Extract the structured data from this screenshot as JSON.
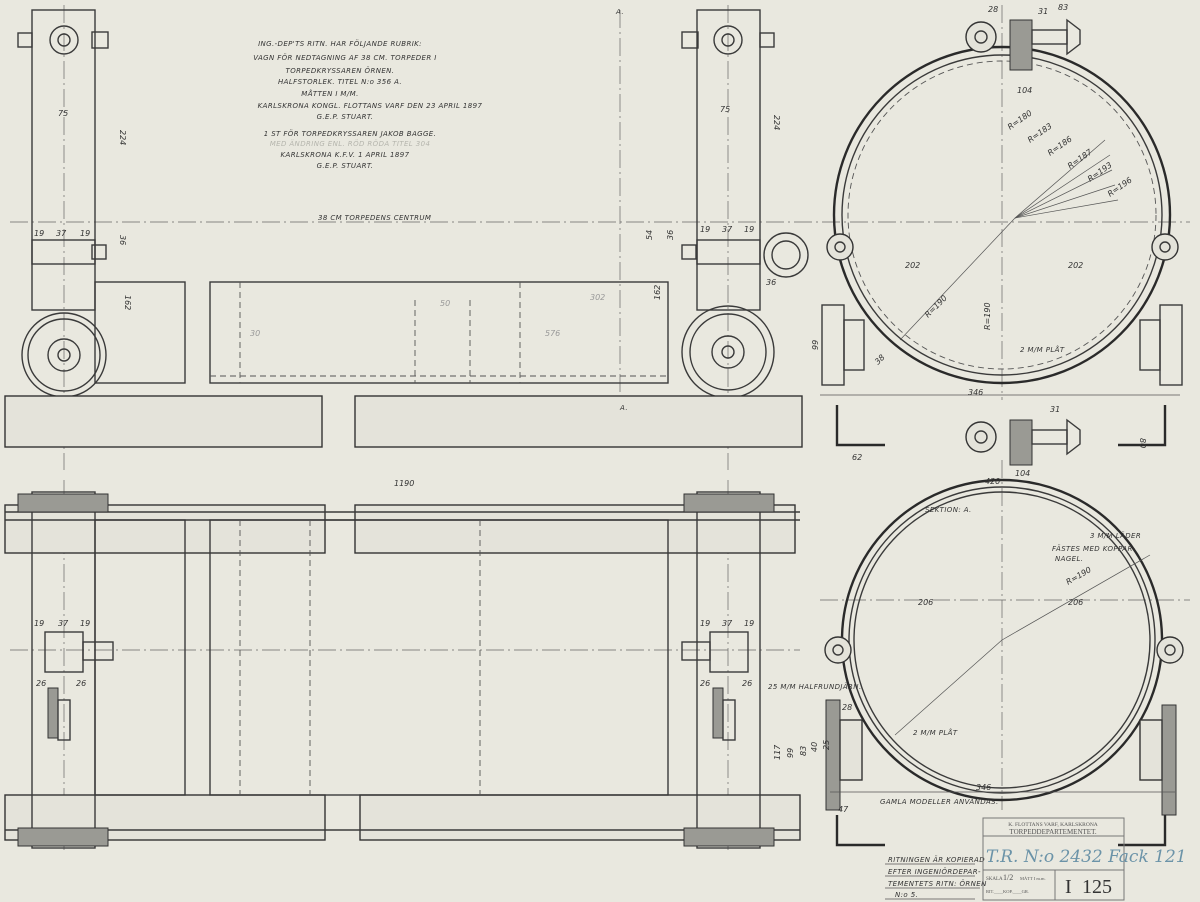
{
  "title_block": {
    "lines": [
      "ING.-DEP'TS RITN. HAR FÖLJANDE RUBRIK:",
      "VAGN FÖR NEDTAGNING AF 38 CM. TORPEDER I",
      "TORPEDKRYSSAREN ÖRNEN.",
      "HALFSTORLEK. TITEL N:o 356 A.",
      "MÅTTEN I M/M.",
      "KARLSKRONA KONGL. FLOTTANS VARF DEN 23 APRIL 1897",
      "G.E.P. STUART.",
      "1 ST FÖR TORPEDKRYSSAREN JAKOB BAGGE.",
      "MED ÄNDRING ENL. RÖD RÖDA TITEL 304",
      "KARLSKRONA K.F.V. 1 APRIL 1897",
      "G.E.P. STUART."
    ]
  },
  "labels": {
    "torpedo_centre": "38 CM TORPEDENS CENTRUM",
    "section": "SEKTION: A.",
    "leather": "3 M/M LÄDER",
    "rivet": "FÄSTES MED KOPPAR-",
    "rivet2": "NAGEL.",
    "half_round": "25 M/M HALFRUNDJÄRN.",
    "plate_top": "2 M/M PLÅT",
    "plate_bottom": "2 M/M PLÅT",
    "old_models": "GAMLA MODELLER ANVÄNDAS.",
    "section_mark_top": "A.",
    "section_mark_bottom": "A."
  },
  "dims": [
    "75",
    "224",
    "19",
    "37",
    "19",
    "36",
    "162",
    "75",
    "224",
    "19",
    "37",
    "19",
    "36",
    "54",
    "162",
    "36",
    "1190",
    "19",
    "37",
    "19",
    "19",
    "37",
    "19",
    "26",
    "26",
    "26",
    "26",
    "28",
    "31",
    "83",
    "104",
    "202",
    "202",
    "346",
    "420",
    "104",
    "206",
    "206",
    "346",
    "62",
    "99",
    "80",
    "R=180",
    "R=183",
    "R=190",
    "R=193",
    "R=186",
    "R=187",
    "R=196",
    "R=190",
    "R=190",
    "117",
    "99",
    "83",
    "40",
    "25",
    "47",
    "28",
    "31",
    "38",
    "30",
    "576",
    "50",
    "302"
  ],
  "note": [
    "RITNINGEN ÄR KOPIERAD",
    "EFTER INGENIÖRDEPAR-",
    "TEMENTETS RITN: ÖRNEN",
    "N:o 5."
  ],
  "stamp": {
    "line1": "K. FLOTTANS VARF, KARLSKRONA",
    "line2": "TORPEDDEPARTEMENTET.",
    "handwritten": "T.R. N:o 2432 Fack 121",
    "scale_label": "SKALA",
    "scale": "1/2",
    "units": "MÅTT I m.m.",
    "kop": "RIT.____KOP.____GR.",
    "series": "I",
    "number": "125"
  }
}
